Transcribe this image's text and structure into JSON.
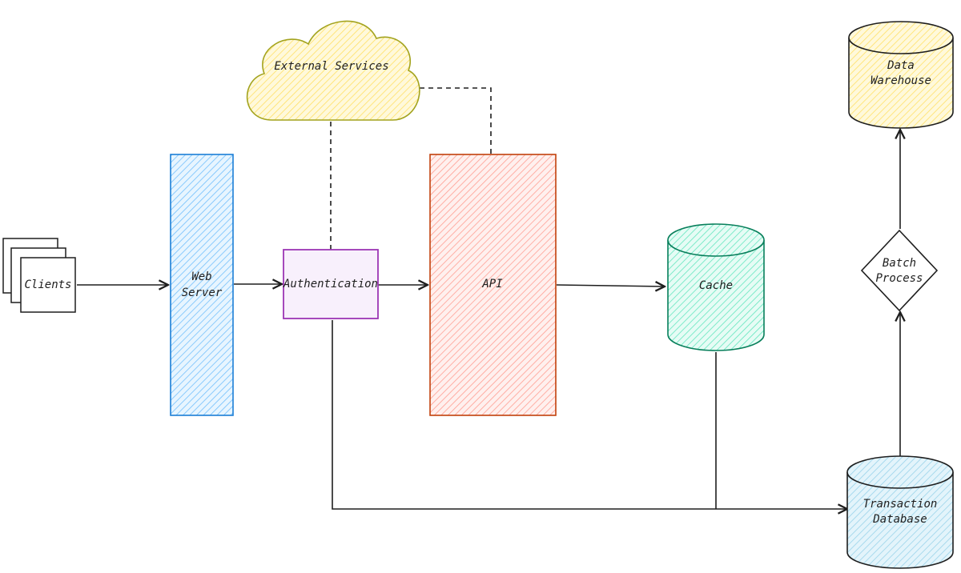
{
  "diagram": {
    "nodes": {
      "clients": {
        "label": "Clients",
        "color": "#ffffff"
      },
      "web_server": {
        "label_line1": "Web",
        "label_line2": "Server",
        "color": "#a5d8ff",
        "stroke": "#1971c2"
      },
      "authentication": {
        "label": "Authentication",
        "color": "#f3e8ff",
        "stroke": "#9c36b5"
      },
      "api": {
        "label": "API",
        "color": "#ffc9c9",
        "stroke": "#c2410c"
      },
      "cache": {
        "label": "Cache",
        "color": "#96f2d7",
        "stroke": "#087f5b"
      },
      "external_services": {
        "label": "External Services",
        "color": "#ffec99",
        "stroke": "#a3a31e"
      },
      "data_warehouse": {
        "label_line1": "Data",
        "label_line2": "Warehouse",
        "color": "#ffec99",
        "stroke": "#1e1e1e"
      },
      "batch_process": {
        "label_line1": "Batch",
        "label_line2": "Process",
        "color": "#ffffff"
      },
      "transaction_database": {
        "label_line1": "Transaction",
        "label_line2": "Database",
        "color": "#a5d8ff",
        "stroke": "#1e1e1e"
      }
    },
    "edges": [
      {
        "from": "Clients",
        "to": "Web Server",
        "style": "solid"
      },
      {
        "from": "Web Server",
        "to": "Authentication",
        "style": "solid"
      },
      {
        "from": "Authentication",
        "to": "API",
        "style": "solid"
      },
      {
        "from": "API",
        "to": "Cache",
        "style": "solid"
      },
      {
        "from": "Authentication",
        "to": "External Services",
        "style": "dashed"
      },
      {
        "from": "API",
        "to": "External Services",
        "style": "dashed"
      },
      {
        "from": "Authentication",
        "to": "Transaction Database",
        "style": "solid"
      },
      {
        "from": "Cache",
        "to": "Transaction Database",
        "style": "solid"
      },
      {
        "from": "Transaction Database",
        "to": "Batch Process",
        "style": "solid"
      },
      {
        "from": "Batch Process",
        "to": "Data Warehouse",
        "style": "solid"
      }
    ]
  }
}
